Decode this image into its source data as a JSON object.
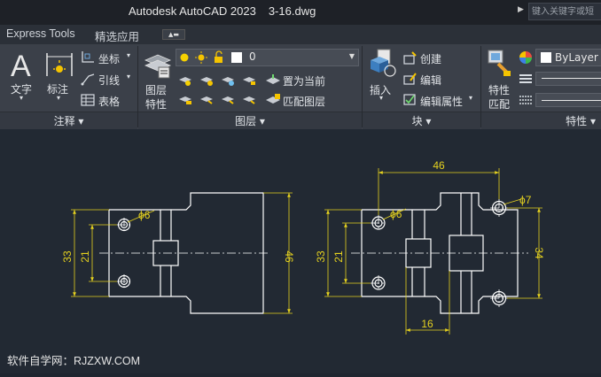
{
  "titlebar": {
    "app": "Autodesk AutoCAD 2023",
    "file": "3-16.dwg",
    "search_placeholder": "键入关键字或短"
  },
  "tabs": [
    {
      "label": "Express Tools"
    },
    {
      "label": "精选应用"
    }
  ],
  "ribbon": {
    "annotation": {
      "text_label": "文字",
      "dim_label": "标注",
      "coord_label": "坐标",
      "leader_label": "引线",
      "table_label": "表格",
      "footer": "注释 ▾"
    },
    "layers": {
      "layer_props_label1": "图层",
      "layer_props_label2": "特性",
      "current_layer": "0",
      "set_current_label": "置为当前",
      "match_layer_label": "匹配图层",
      "footer": "图层 ▾"
    },
    "block": {
      "insert_label": "插入",
      "create_label": "创建",
      "edit_label": "编辑",
      "edit_attr_label": "编辑属性",
      "footer": "块 ▾"
    },
    "properties": {
      "match_label1": "特性",
      "match_label2": "匹配",
      "color_value": "ByLayer",
      "footer": "特性 ▾"
    }
  },
  "drawing": {
    "left": {
      "dim_phi": "ϕ6",
      "dim_33": "33",
      "dim_21": "21",
      "dim_46": "46"
    },
    "right": {
      "dim_46": "46",
      "dim_phi6": "ϕ6",
      "dim_phi7": "ϕ7",
      "dim_33": "33",
      "dim_21": "21",
      "dim_34": "34",
      "dim_16": "16"
    }
  },
  "watermark": "软件自学网：RJZXW.COM",
  "colors": {
    "dim": "#e6d21f",
    "line": "#ffffff",
    "background": "#222933"
  }
}
